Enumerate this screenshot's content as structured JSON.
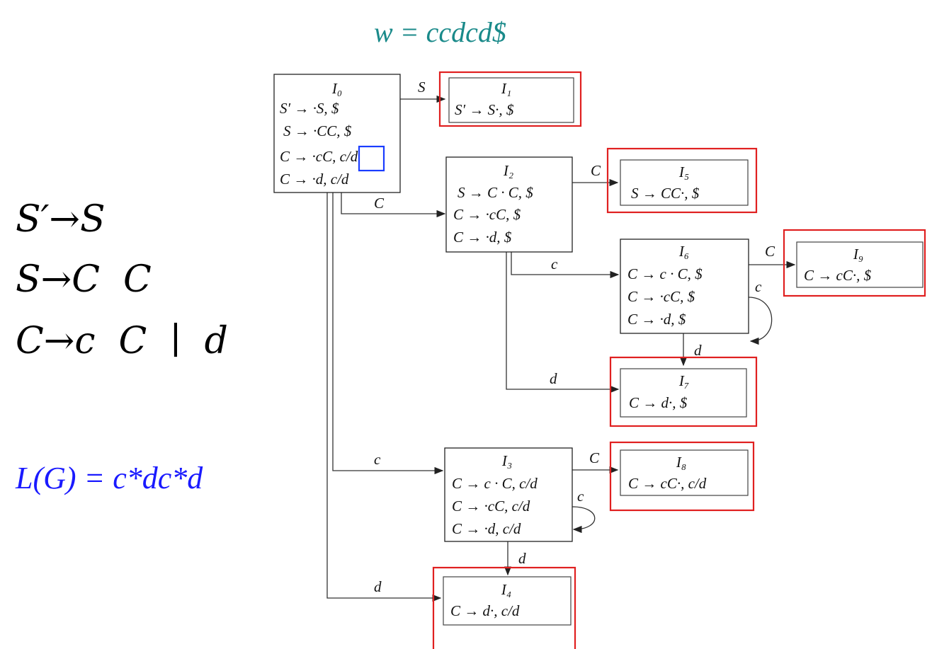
{
  "title": "w = ccdcd$",
  "title_color": "#1a8a8a",
  "grammar": [
    "S′→S",
    "S→C  C",
    "C→c  C  ∣  d"
  ],
  "language": "L(G) = c*dc*d",
  "language_color": "#1a1aff",
  "highlight_red": "#e02020",
  "highlight_blue": "#1a3cff",
  "states": {
    "I0": {
      "name": "I₀",
      "items": [
        "S′ → ·S, $",
        "S → ·CC, $",
        "C → ·cC, c/d",
        "C → ·d, c/d"
      ]
    },
    "I1": {
      "name": "I₁",
      "items": [
        "S′ → S·, $"
      ]
    },
    "I2": {
      "name": "I₂",
      "items": [
        "S → C · C, $",
        "C → ·cC, $",
        "C → ·d, $"
      ]
    },
    "I3": {
      "name": "I₃",
      "items": [
        "C → c · C, c/d",
        "C → ·cC, c/d",
        "C → ·d, c/d"
      ]
    },
    "I4": {
      "name": "I₄",
      "items": [
        "C → d·, c/d"
      ]
    },
    "I5": {
      "name": "I₅",
      "items": [
        "S → CC·, $"
      ]
    },
    "I6": {
      "name": "I₆",
      "items": [
        "C → c · C, $",
        "C → ·cC, $",
        "C → ·d, $"
      ]
    },
    "I7": {
      "name": "I₇",
      "items": [
        "C → d·, $"
      ]
    },
    "I8": {
      "name": "I₈",
      "items": [
        "C → cC·, c/d"
      ]
    },
    "I9": {
      "name": "I₉",
      "items": [
        "C → cC·, $"
      ]
    }
  },
  "edges": {
    "i0_i1": "S",
    "i0_i2": "C",
    "i0_i3": "c",
    "i0_i4": "d",
    "i2_i5": "C",
    "i2_i6": "c",
    "i2_i7": "d",
    "i6_i9": "C",
    "i6_self": "c",
    "i6_i7": "d",
    "i3_i8": "C",
    "i3_self": "c",
    "i3_i4": "d"
  }
}
